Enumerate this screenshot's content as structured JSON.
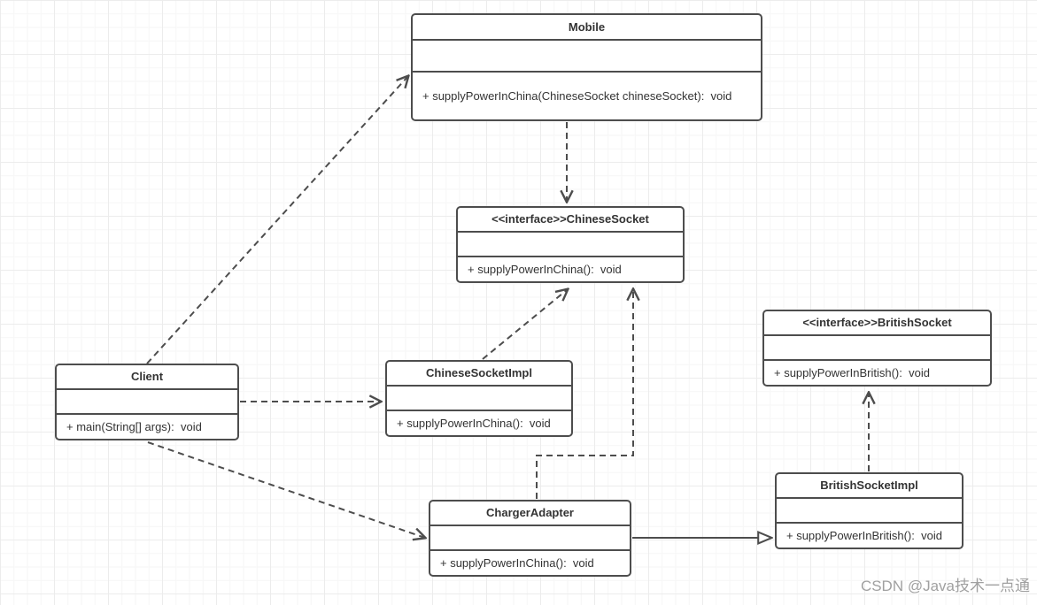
{
  "diagram": {
    "type": "uml-class-diagram",
    "pattern": "Adapter pattern (socket / charger example)",
    "classes": {
      "mobile": {
        "title": "Mobile",
        "attributes": "",
        "method": "+ supplyPowerInChina(ChineseSocket chineseSocket):  void"
      },
      "chineseSocket": {
        "title": "<<interface>>ChineseSocket",
        "attributes": "",
        "method": "+ supplyPowerInChina():  void"
      },
      "britishSocket": {
        "title": "<<interface>>BritishSocket",
        "attributes": "",
        "method": "+ supplyPowerInBritish():  void"
      },
      "client": {
        "title": "Client",
        "attributes": "",
        "method": "+ main(String[] args):  void"
      },
      "chineseSocketImpl": {
        "title": "ChineseSocketImpl",
        "attributes": "",
        "method": "+ supplyPowerInChina():  void"
      },
      "chargerAdapter": {
        "title": "ChargerAdapter",
        "attributes": "",
        "method": "+ supplyPowerInChina():  void"
      },
      "britishSocketImpl": {
        "title": "BritishSocketImpl",
        "attributes": "",
        "method": "+ supplyPowerInBritish():  void"
      }
    },
    "relations": [
      {
        "from": "Client",
        "to": "Mobile",
        "style": "dashed-open-arrow"
      },
      {
        "from": "Mobile",
        "to": "ChineseSocket",
        "style": "dashed-open-arrow"
      },
      {
        "from": "Client",
        "to": "ChineseSocketImpl",
        "style": "dashed-open-arrow"
      },
      {
        "from": "Client",
        "to": "ChargerAdapter",
        "style": "dashed-open-arrow"
      },
      {
        "from": "ChineseSocketImpl",
        "to": "ChineseSocket",
        "style": "dashed-open-arrow"
      },
      {
        "from": "ChargerAdapter",
        "to": "ChineseSocket",
        "style": "dashed-open-arrow-elbow"
      },
      {
        "from": "ChargerAdapter",
        "to": "BritishSocketImpl",
        "style": "solid-hollow-triangle"
      },
      {
        "from": "BritishSocketImpl",
        "to": "BritishSocket",
        "style": "dashed-open-arrow"
      }
    ],
    "colors": {
      "border": "#4d4d4d",
      "text": "#333333",
      "background": "#ffffff",
      "grid_minor": "#f6f6f6",
      "grid_major": "#ececec",
      "watermark": "#a0a0a0"
    },
    "watermark": "CSDN @Java技术一点通"
  }
}
